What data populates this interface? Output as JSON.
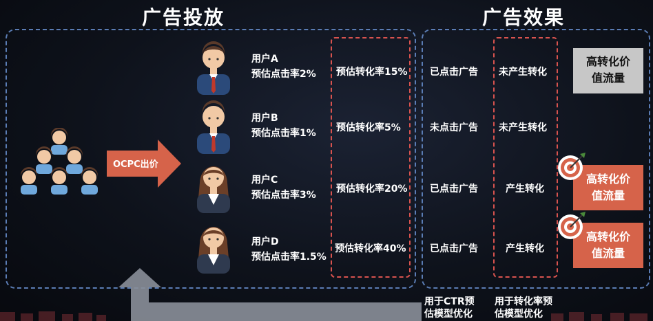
{
  "titles": {
    "left": "广告投放",
    "right": "广告效果"
  },
  "arrow_label": "OCPC出价",
  "users": [
    {
      "name": "用户A",
      "ctr": "预估点击率2%",
      "cvr": "预估转化率15%",
      "click": "已点击广告",
      "conv": "未产生转化"
    },
    {
      "name": "用户B",
      "ctr": "预估点击率1%",
      "cvr": "预估转化率5%",
      "click": "未点击广告",
      "conv": "未产生转化"
    },
    {
      "name": "用户C",
      "ctr": "预估点击率3%",
      "cvr": "预估转化率20%",
      "click": "已点击广告",
      "conv": "产生转化"
    },
    {
      "name": "用户D",
      "ctr": "预估点击率1.5%",
      "cvr": "预估转化率40%",
      "click": "已点击广告",
      "conv": "产生转化"
    }
  ],
  "high_value": {
    "line1": "高转化价",
    "line2": "值流量"
  },
  "bottom": {
    "ctr_line1": "用于CTR预",
    "ctr_line2": "估模型优化",
    "cvr_line1": "用于转化率预",
    "cvr_line2": "估模型优化"
  },
  "colors": {
    "panel_border": "#5b7db5",
    "red_dash": "#d9534f",
    "accent_red": "#d6634a",
    "gray_box": "#c7c7c7",
    "crowd_blue": "#6fa8dc"
  },
  "icons": [
    "crowd-icon",
    "male-user-icon",
    "female-user-icon",
    "target-icon",
    "feedback-arrow-icon"
  ]
}
